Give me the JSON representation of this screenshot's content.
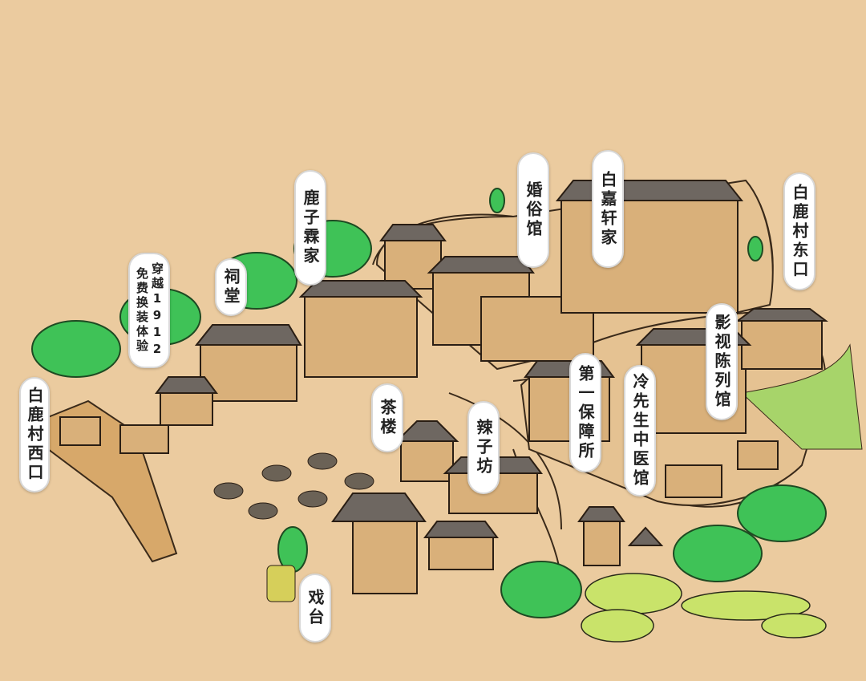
{
  "map": {
    "background_color": "#ebcb9f",
    "tree_color": "#3fc257",
    "roof_color": "#6e6761",
    "wall_color": "#d9b07a",
    "labels": {
      "west_gate": "白鹿村西口",
      "costume_1": "免费换装体验",
      "costume_2": "穿越1912",
      "ancestral_hall": "祠堂",
      "luzilin_home": "鹿子霖家",
      "wedding_museum": "婚俗馆",
      "baijiaxuan_home": "白嘉轩家",
      "east_gate": "白鹿村东口",
      "film_museum": "影视陈列馆",
      "first_security": "第一保障所",
      "leng_clinic": "冷先生中医馆",
      "teahouse": "茶楼",
      "spicy_workshop": "辣子坊",
      "stage": "戏台"
    }
  }
}
